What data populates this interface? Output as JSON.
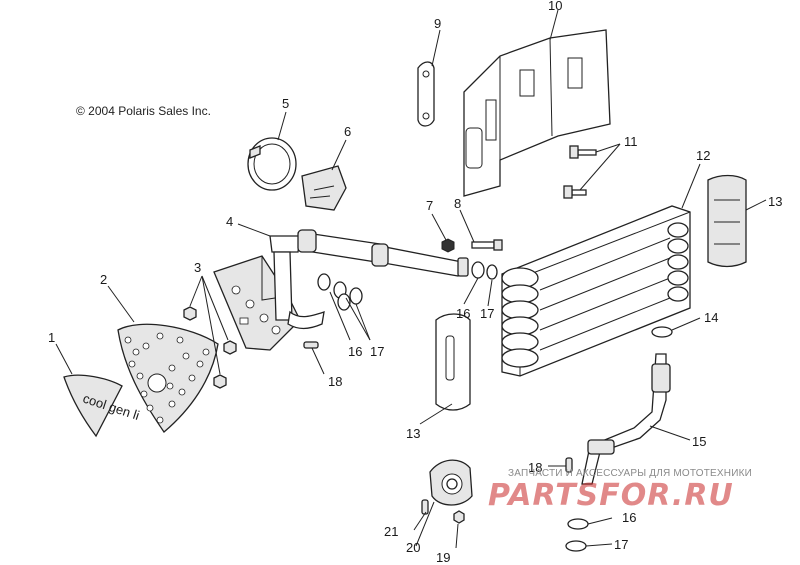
{
  "copyright": "© 2004 Polaris Sales Inc.",
  "watermark": {
    "caption": "ЗАПЧАСТИ И АКСЕССУАРЫ ДЛЯ МОТОТЕХНИКИ",
    "logo": "PARTSFOR.RU",
    "logo_color": "#c82828"
  },
  "callouts": {
    "c1": "1",
    "c2": "2",
    "c3": "3",
    "c4": "4",
    "c5": "5",
    "c6": "6",
    "c7": "7",
    "c8": "8",
    "c9": "9",
    "c10": "10",
    "c11": "11",
    "c12": "12",
    "c13a": "13",
    "c13b": "13",
    "c14": "14",
    "c15": "15",
    "c16a": "16",
    "c16b": "16",
    "c16c": "16",
    "c17a": "17",
    "c17b": "17",
    "c17c": "17",
    "c18a": "18",
    "c18b": "18",
    "c19": "19",
    "c20": "20",
    "c21": "21"
  },
  "decal_text": "cool gen li"
}
